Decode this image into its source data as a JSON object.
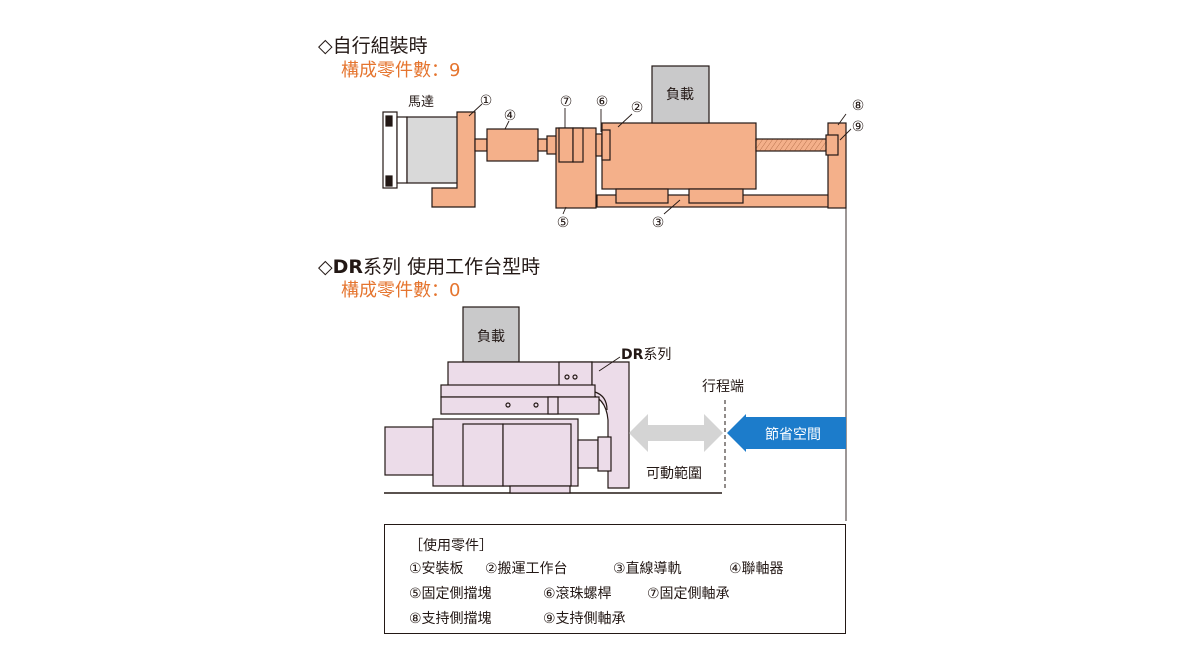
{
  "section1": {
    "diamond": "◇",
    "title": "自行組裝時",
    "count_label": "構成零件數：9"
  },
  "section2": {
    "diamond": "◇",
    "title_bold": "DR",
    "title_rest": "系列 使用工作台型時",
    "count_label": "構成零件數：0"
  },
  "diagram1": {
    "load_label": "負載",
    "motor_label": "馬達",
    "callouts": [
      "①",
      "④",
      "⑦",
      "⑥",
      "②",
      "⑧",
      "⑨",
      "⑤",
      "③"
    ]
  },
  "diagram2": {
    "load_label": "負載",
    "series_bold": "DR",
    "series_rest": "系列",
    "stroke_end_label": "行程端",
    "save_space_label": "節省空間",
    "movable_range_label": "可動範圍"
  },
  "legend": {
    "title": "［使用零件］",
    "items": [
      "①安裝板",
      "②搬運工作台",
      "③直線導軌",
      "④聯軸器",
      "⑤固定側擋塊",
      "⑥滾珠螺桿",
      "⑦固定側軸承",
      "⑧支持側擋塊",
      "⑨支持側軸承"
    ]
  },
  "colors": {
    "part_fill": "#f4b08a",
    "load_fill": "#c9c9ca",
    "dr_fill": "#ecdce9",
    "highlight_orange": "#e5752f",
    "arrow_blue": "#1c7ccb",
    "arrow_gray": "#d4d4d4",
    "line": "#231815"
  }
}
